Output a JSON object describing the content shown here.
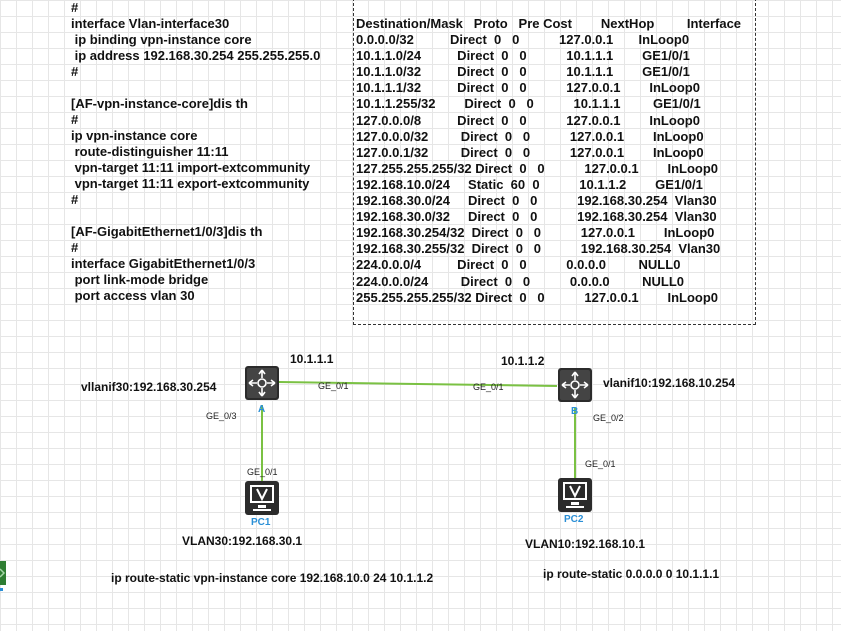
{
  "config_lines": [
    "#",
    "interface Vlan-interface30",
    " ip binding vpn-instance core",
    " ip address 192.168.30.254 255.255.255.0",
    "#",
    "",
    "[AF-vpn-instance-core]dis th",
    "#",
    "ip vpn-instance core",
    " route-distinguisher 11:11",
    " vpn-target 11:11 import-extcommunity",
    " vpn-target 11:11 export-extcommunity",
    "#",
    "",
    "[AF-GigabitEthernet1/0/3]dis th",
    "#",
    "interface GigabitEthernet1/0/3",
    " port link-mode bridge",
    " port access vlan 30"
  ],
  "routing_table_lines": [
    "Destination/Mask   Proto   Pre Cost        NextHop         Interface",
    "0.0.0.0/32          Direct  0   0           127.0.0.1       InLoop0",
    "10.1.1.0/24          Direct  0   0           10.1.1.1        GE1/0/1",
    "10.1.1.0/32          Direct  0   0           10.1.1.1        GE1/0/1",
    "10.1.1.1/32          Direct  0   0           127.0.0.1        InLoop0",
    "10.1.1.255/32        Direct  0   0           10.1.1.1         GE1/0/1",
    "127.0.0.0/8          Direct  0   0           127.0.0.1        InLoop0",
    "127.0.0.0/32         Direct  0   0           127.0.0.1        InLoop0",
    "127.0.0.1/32         Direct  0   0           127.0.0.1        InLoop0",
    "127.255.255.255/32 Direct  0   0           127.0.0.1        InLoop0",
    "192.168.10.0/24     Static  60  0           10.1.1.2        GE1/0/1",
    "192.168.30.0/24     Direct  0   0           192.168.30.254  Vlan30",
    "192.168.30.0/32     Direct  0   0           192.168.30.254  Vlan30",
    "192.168.30.254/32  Direct  0   0           127.0.0.1        InLoop0",
    "192.168.30.255/32  Direct  0   0           192.168.30.254  Vlan30",
    "224.0.0.0/4          Direct  0   0           0.0.0.0         NULL0",
    "224.0.0.0/24         Direct  0   0           0.0.0.0         NULL0",
    "255.255.255.255/32 Direct  0   0           127.0.0.1        InLoop0"
  ],
  "topology": {
    "router_a": {
      "name": "A",
      "ip": "10.1.1.1",
      "vlanif": "vllanif30:192.168.30.254",
      "icon": "router-icon"
    },
    "router_b": {
      "name": "B",
      "ip": "10.1.1.2",
      "vlanif": "vlanif10:192.168.10.254",
      "icon": "router-icon"
    },
    "pc1": {
      "name": "PC1",
      "vlan": "VLAN30:192.168.30.1",
      "route": "ip route-static vpn-instance core 192.168.10.0 24 10.1.1.2",
      "icon": "pc-icon"
    },
    "pc2": {
      "name": "PC2",
      "vlan": "VLAN10:192.168.10.1",
      "route": "ip route-static 0.0.0.0 0 10.1.1.1",
      "icon": "pc-icon"
    },
    "ports": {
      "a_to_b": "GE_0/1",
      "b_to_a": "GE_0/1",
      "a_to_pc1": "GE_0/3",
      "pc1_to_a": "GE_0/1",
      "b_to_pc2": "GE_0/2",
      "pc2_to_b": "GE_0/1"
    },
    "colors": {
      "link": "#7ac143",
      "device": "#2b2b2b",
      "device_label": "#2a8fd6"
    }
  }
}
